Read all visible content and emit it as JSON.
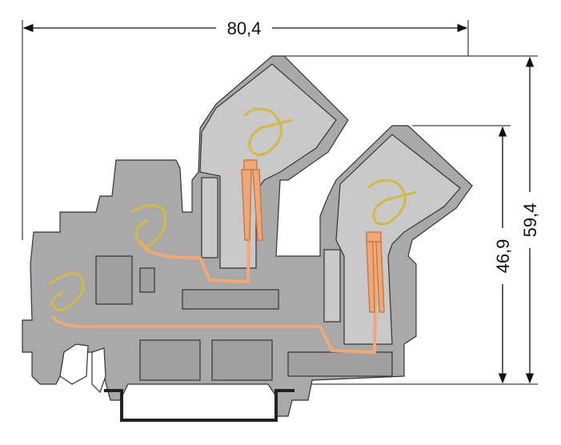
{
  "dimensions": {
    "width": "80,4",
    "height_total": "59,4",
    "height_inner": "46,9"
  },
  "colors": {
    "body": "#a9a9a9",
    "light": "#c9c9c9",
    "outline": "#333333",
    "conductor": "#f0a878",
    "spring": "#e8d070",
    "rail": "#222222"
  }
}
